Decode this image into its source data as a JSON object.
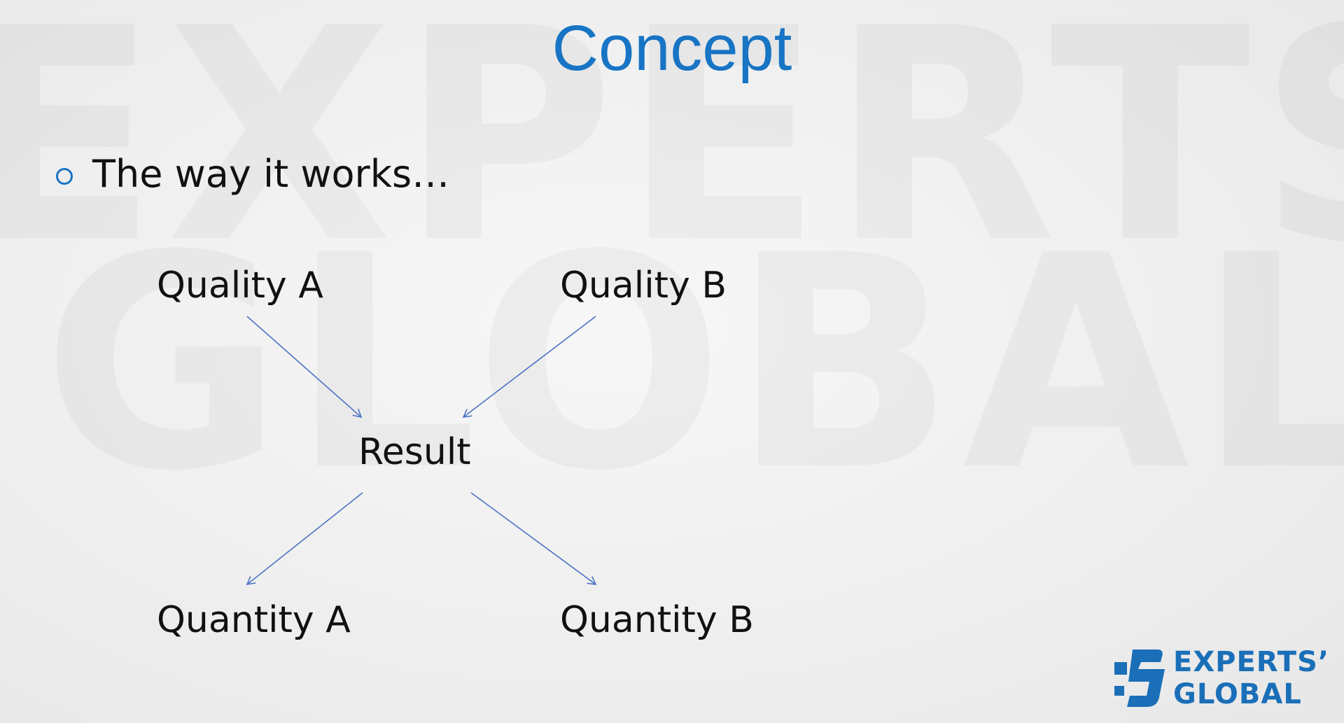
{
  "slide": {
    "title": "Concept",
    "bullet": "The way it works…"
  },
  "diagram": {
    "nodes": {
      "quality_a": "Quality A",
      "quality_b": "Quality B",
      "result": "Result",
      "quantity_a": "Quantity A",
      "quantity_b": "Quantity B"
    },
    "edges": [
      {
        "from": "quality_a",
        "to": "result"
      },
      {
        "from": "quality_b",
        "to": "result"
      },
      {
        "from": "result",
        "to": "quantity_a"
      },
      {
        "from": "result",
        "to": "quantity_b"
      }
    ]
  },
  "logo": {
    "line1": "EXPERTS’",
    "line2": "GLOBAL"
  },
  "watermark": {
    "line1": "EXPERTS’",
    "line2": "GLOBAL"
  },
  "colors": {
    "title": "#1874c4",
    "arrow": "#4a72c4",
    "logo": "#1a6fb8",
    "text": "#111111"
  }
}
